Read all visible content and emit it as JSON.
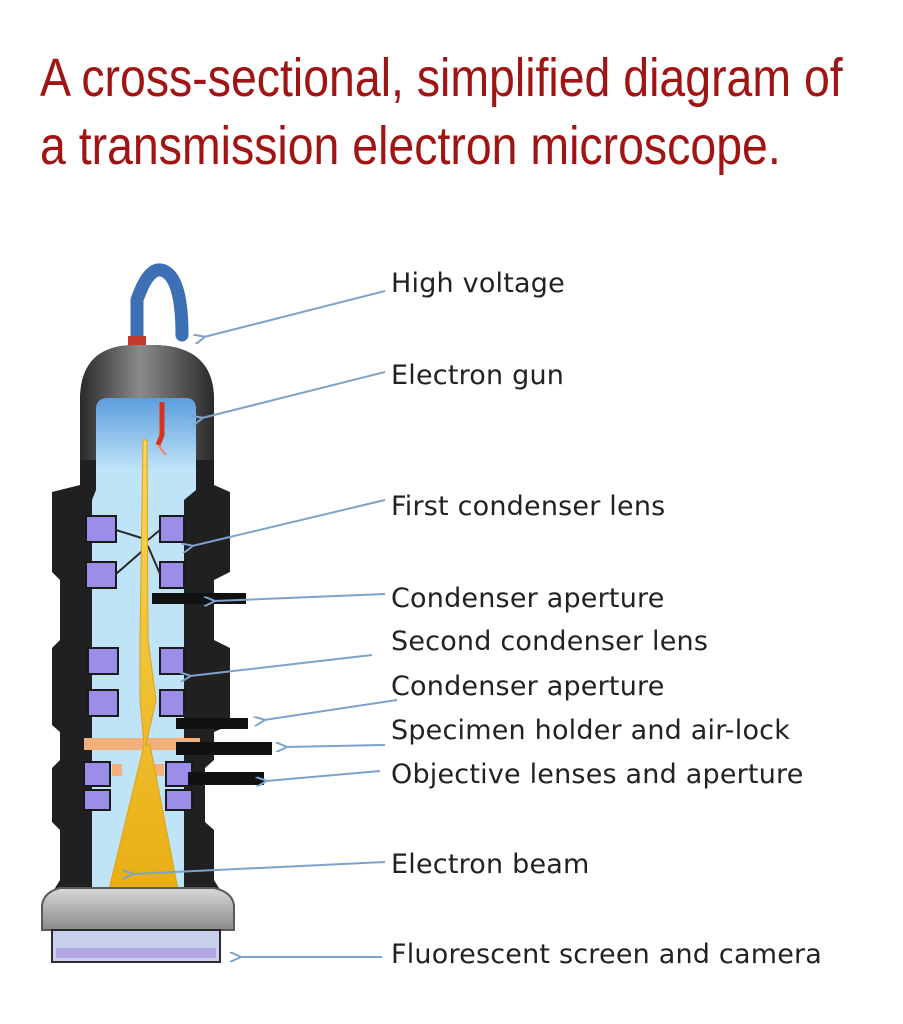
{
  "title": {
    "line1": "A cross-sectional, simplified diagram of",
    "line2": "a transmission electron microscope."
  },
  "labels": [
    {
      "text": "High voltage"
    },
    {
      "text": "Electron gun"
    },
    {
      "text": "First condenser lens"
    },
    {
      "text": "Condenser  aperture"
    },
    {
      "text": "Second condenser lens"
    },
    {
      "text": "Condenser aperture"
    },
    {
      "text": "Specimen holder and air-lock"
    },
    {
      "text": "Objective lenses and aperture"
    },
    {
      "text": "Electron beam"
    },
    {
      "text": "Fluorescent  screen  and camera"
    }
  ],
  "colors": {
    "title": "#a01414",
    "body": "#1c1c1c",
    "column": "#bfe4f8",
    "lens": "#9a8ee8",
    "beam": "#f2c21a",
    "cable": "#3d6fb4",
    "arrow": "#7da2cc",
    "orange": "#f3b07a"
  }
}
